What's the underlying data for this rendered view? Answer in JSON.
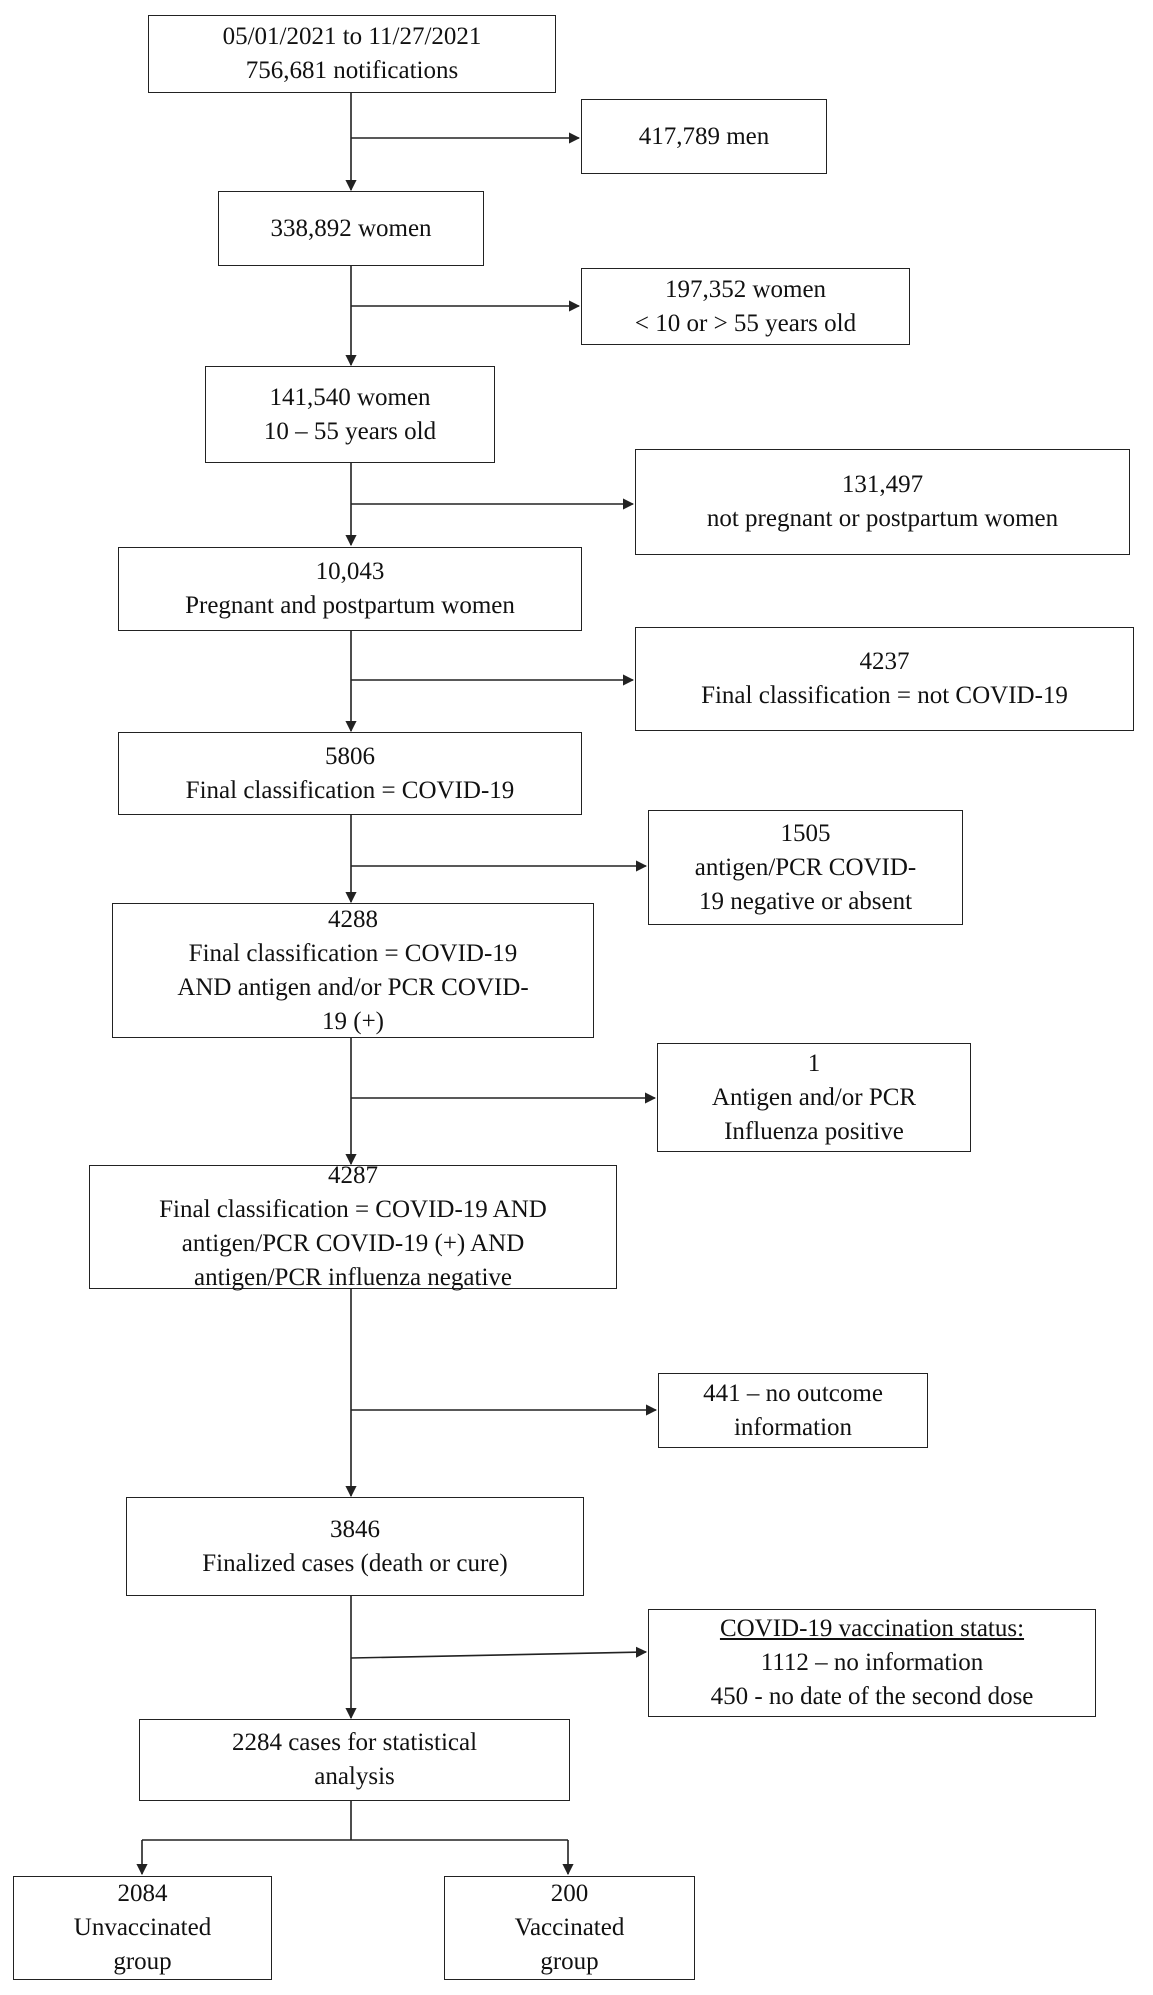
{
  "nodes": {
    "n1": [
      "05/01/2021 to 11/27/2021",
      "756,681 notifications"
    ],
    "x1": [
      "417,789 men"
    ],
    "n2": [
      "338,892 women"
    ],
    "x2": [
      "197,352 women",
      "< 10 or > 55 years old"
    ],
    "n3": [
      "141,540 women",
      "10 – 55 years old"
    ],
    "x3": [
      "131,497",
      "not pregnant or postpartum women"
    ],
    "n4": [
      "10,043",
      "Pregnant and postpartum women"
    ],
    "x4": [
      "4237",
      "Final classification = not COVID-19"
    ],
    "n5": [
      "5806",
      "Final classification = COVID-19"
    ],
    "x5": [
      "1505",
      "antigen/PCR COVID-",
      "19 negative or absent"
    ],
    "n6": [
      "4288",
      "Final classification = COVID-19",
      "AND antigen and/or PCR COVID-",
      "19 (+)"
    ],
    "x6": [
      "1",
      "Antigen and/or PCR",
      "Influenza positive"
    ],
    "n7": [
      "4287",
      "Final classification = COVID-19 AND",
      "antigen/PCR COVID-19 (+) AND",
      "antigen/PCR influenza negative"
    ],
    "x7": [
      "441 – no outcome",
      "information"
    ],
    "n8": [
      "3846",
      "Finalized cases (death or cure)"
    ],
    "x8": [
      "COVID-19 vaccination status:",
      "1112 – no information",
      "450 -  no date of the second dose"
    ],
    "n9": [
      "2284 cases for statistical",
      "analysis"
    ],
    "g1": [
      "2084",
      "Unvaccinated",
      "group"
    ],
    "g2": [
      "200",
      "Vaccinated",
      "group"
    ]
  }
}
